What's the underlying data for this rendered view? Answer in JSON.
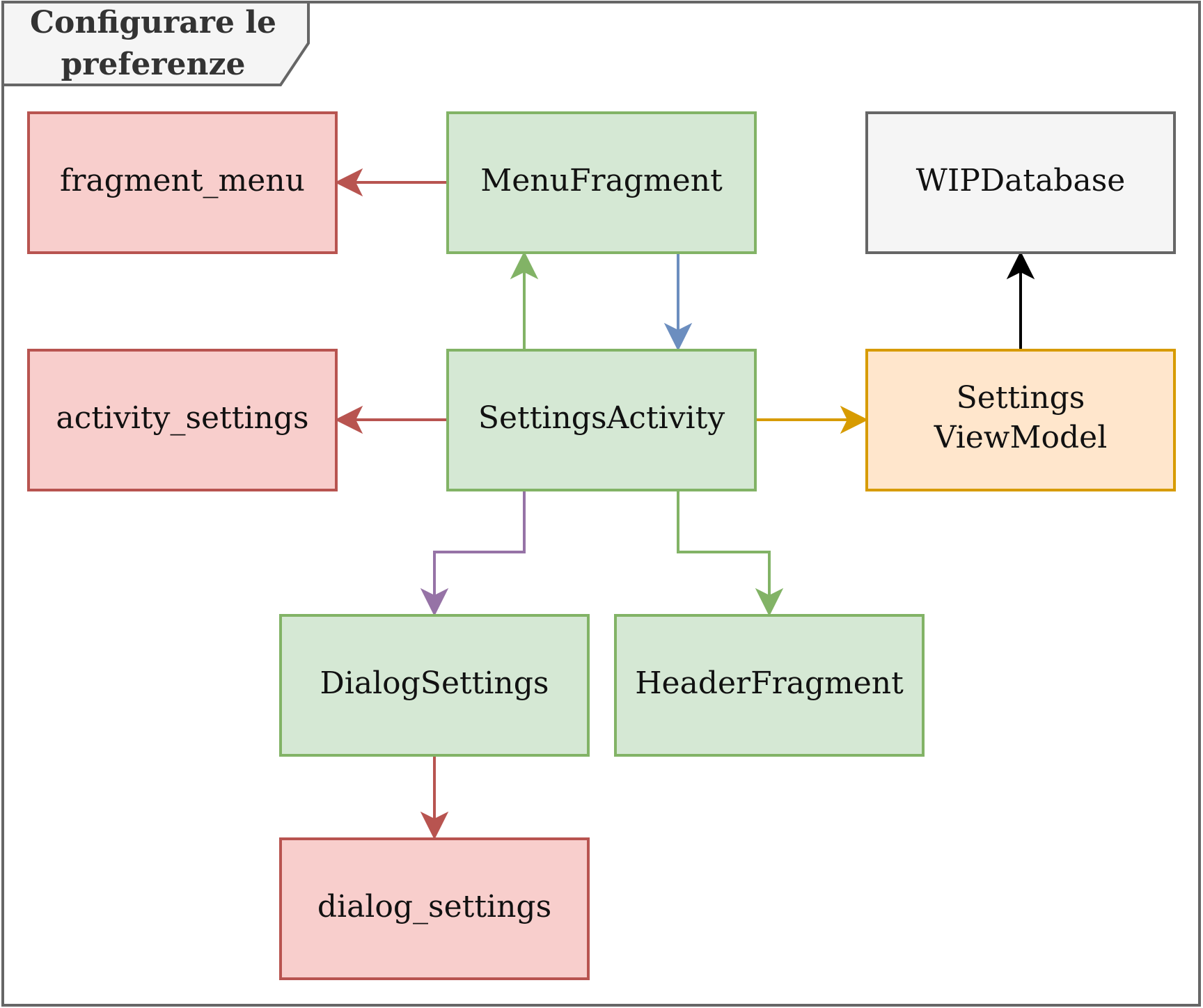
{
  "frame": {
    "title_lines": [
      "Configurare le",
      "preferenze"
    ]
  },
  "colors": {
    "red_fill": "#f8cecc",
    "red_stroke": "#b85450",
    "green_fill": "#d5e8d4",
    "green_stroke": "#82b366",
    "gray_fill": "#f5f5f5",
    "gray_stroke": "#666666",
    "orange_fill": "#ffe6cc",
    "orange_stroke": "#d79b00",
    "blue_stroke": "#6c8ebf",
    "purple_stroke": "#9673a6",
    "black_stroke": "#000000"
  },
  "nodes": {
    "fragment_menu": {
      "lines": [
        "fragment_menu"
      ],
      "color": "red"
    },
    "menu_fragment": {
      "lines": [
        "MenuFragment"
      ],
      "color": "green"
    },
    "wip_database": {
      "lines": [
        "WIPDatabase"
      ],
      "color": "gray"
    },
    "activity_settings": {
      "lines": [
        "activity_settings"
      ],
      "color": "red"
    },
    "settings_activity": {
      "lines": [
        "SettingsActivity"
      ],
      "color": "green"
    },
    "settings_view_model": {
      "lines": [
        "Settings",
        "ViewModel"
      ],
      "color": "orange"
    },
    "dialog_settings_class": {
      "lines": [
        "DialogSettings"
      ],
      "color": "green"
    },
    "header_fragment": {
      "lines": [
        "HeaderFragment"
      ],
      "color": "green"
    },
    "dialog_settings_layout": {
      "lines": [
        "dialog_settings"
      ],
      "color": "red"
    }
  },
  "edges": [
    {
      "from": "menu_fragment",
      "to": "fragment_menu",
      "color": "red"
    },
    {
      "from": "settings_activity",
      "to": "menu_fragment",
      "color": "green"
    },
    {
      "from": "menu_fragment",
      "to": "settings_activity",
      "color": "blue"
    },
    {
      "from": "settings_view_model",
      "to": "wip_database",
      "color": "black"
    },
    {
      "from": "settings_activity",
      "to": "activity_settings",
      "color": "red"
    },
    {
      "from": "settings_activity",
      "to": "settings_view_model",
      "color": "orange"
    },
    {
      "from": "settings_activity",
      "to": "dialog_settings_class",
      "color": "purple"
    },
    {
      "from": "settings_activity",
      "to": "header_fragment",
      "color": "green"
    },
    {
      "from": "dialog_settings_class",
      "to": "dialog_settings_layout",
      "color": "red"
    }
  ]
}
